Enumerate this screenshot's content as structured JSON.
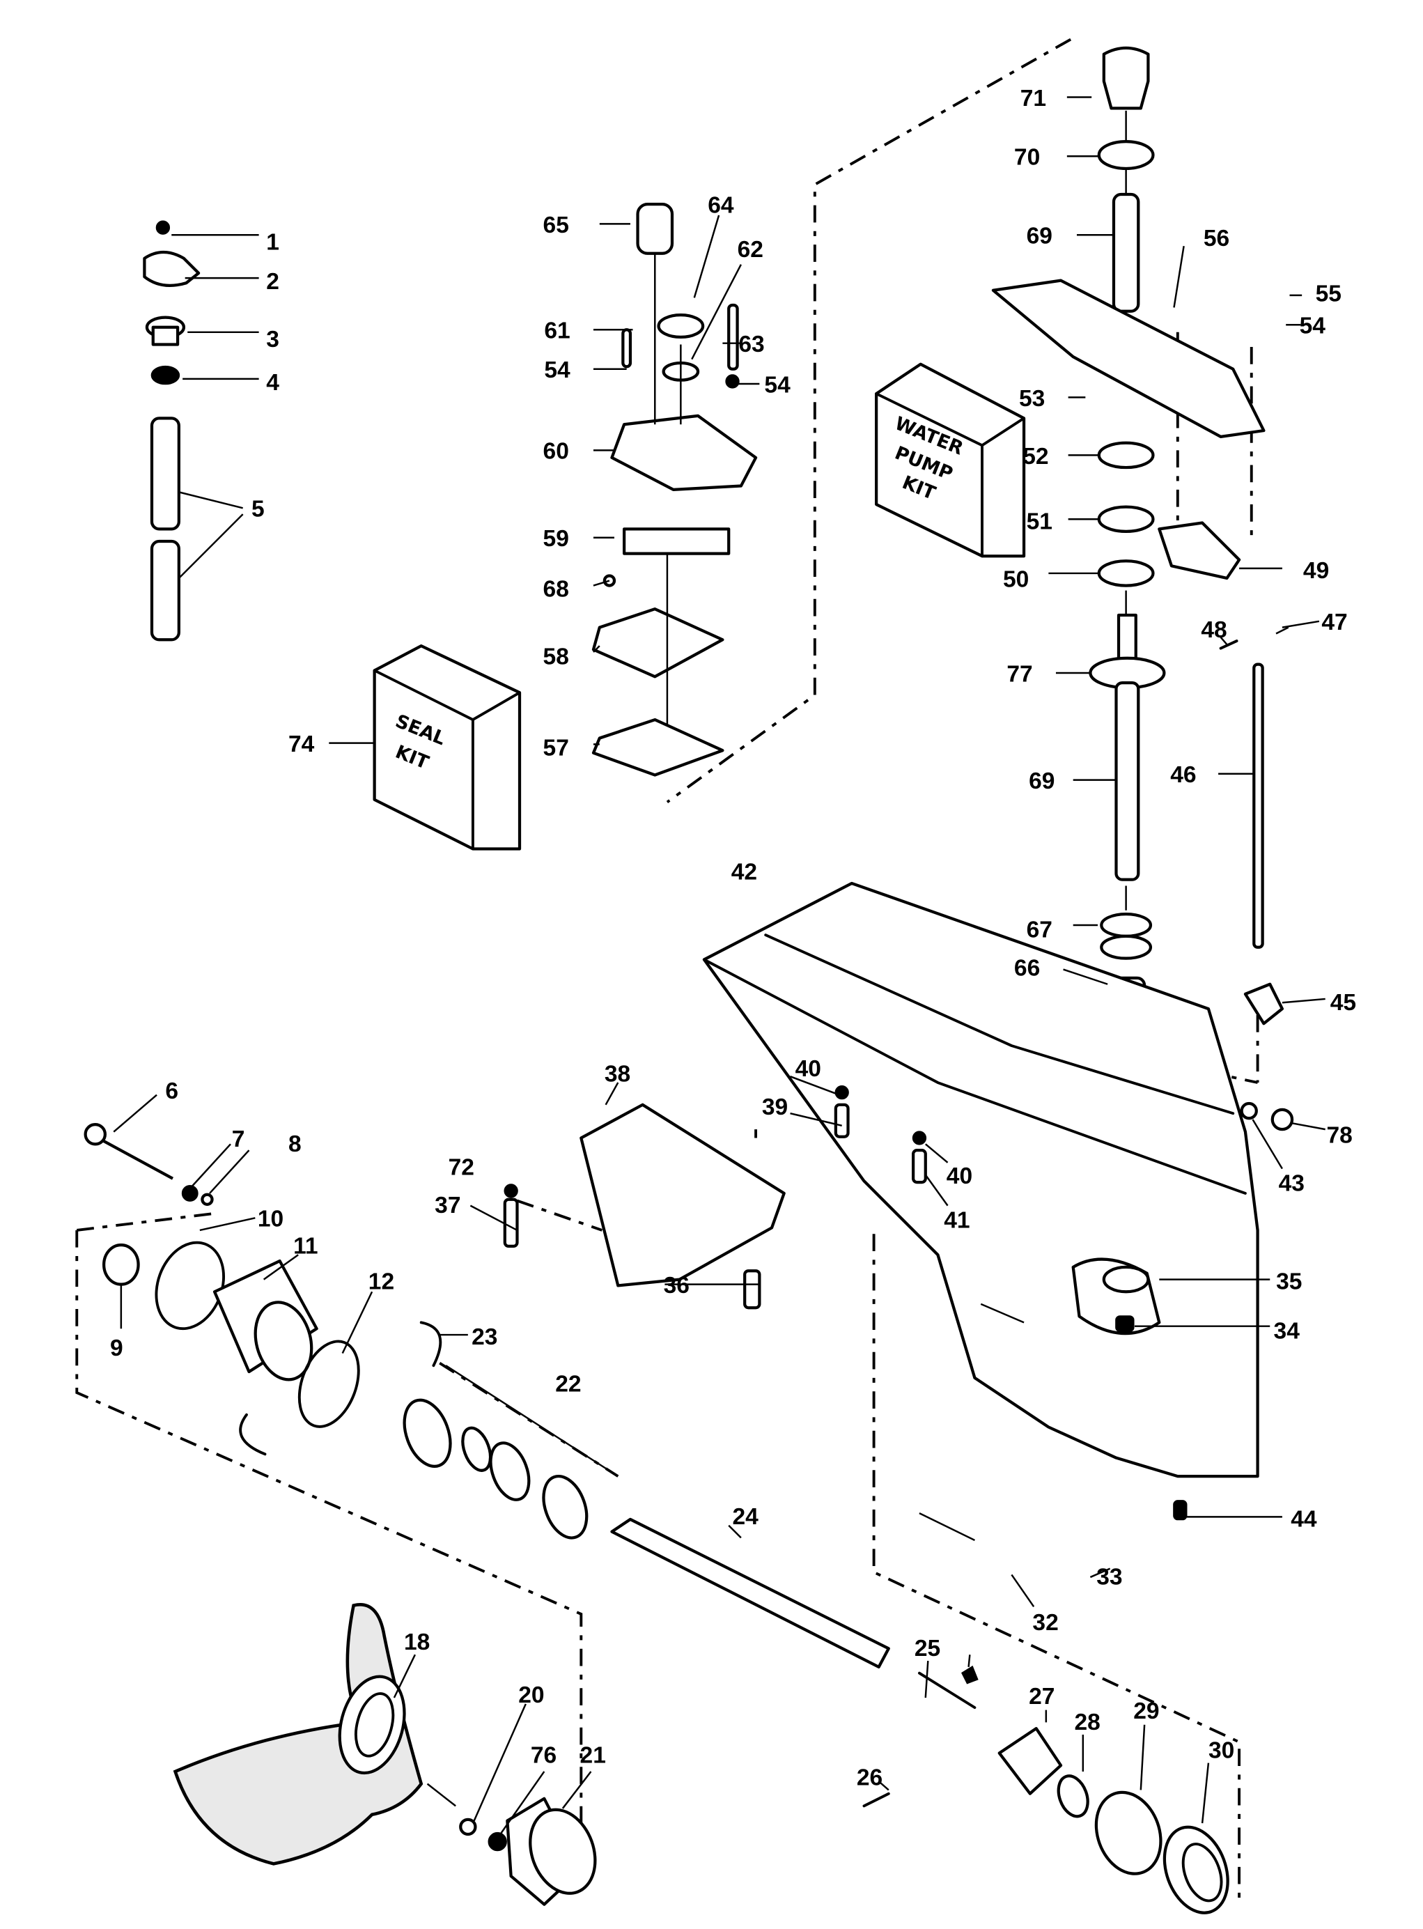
{
  "diagram": {
    "type": "exploded-parts-diagram",
    "subject": "Outboard lower unit / gearcase assembly",
    "kit_boxes": [
      {
        "id": "74",
        "lines": [
          "SEAL",
          "KIT"
        ]
      },
      {
        "id": "water_pump",
        "lines": [
          "WATER",
          "PUMP",
          "KIT"
        ]
      }
    ],
    "callouts": [
      {
        "n": "1"
      },
      {
        "n": "2"
      },
      {
        "n": "3"
      },
      {
        "n": "4"
      },
      {
        "n": "5"
      },
      {
        "n": "6"
      },
      {
        "n": "7"
      },
      {
        "n": "8"
      },
      {
        "n": "9"
      },
      {
        "n": "10"
      },
      {
        "n": "11"
      },
      {
        "n": "12"
      },
      {
        "n": "18"
      },
      {
        "n": "20"
      },
      {
        "n": "76"
      },
      {
        "n": "21"
      },
      {
        "n": "22"
      },
      {
        "n": "23"
      },
      {
        "n": "24"
      },
      {
        "n": "25"
      },
      {
        "n": "26"
      },
      {
        "n": "27"
      },
      {
        "n": "28"
      },
      {
        "n": "29"
      },
      {
        "n": "30"
      },
      {
        "n": "32"
      },
      {
        "n": "33"
      },
      {
        "n": "34"
      },
      {
        "n": "35"
      },
      {
        "n": "36"
      },
      {
        "n": "37"
      },
      {
        "n": "38"
      },
      {
        "n": "39"
      },
      {
        "n": "40"
      },
      {
        "n": "40"
      },
      {
        "n": "41"
      },
      {
        "n": "42"
      },
      {
        "n": "43"
      },
      {
        "n": "44"
      },
      {
        "n": "45"
      },
      {
        "n": "46"
      },
      {
        "n": "47"
      },
      {
        "n": "48"
      },
      {
        "n": "49"
      },
      {
        "n": "50"
      },
      {
        "n": "51"
      },
      {
        "n": "52"
      },
      {
        "n": "53"
      },
      {
        "n": "54"
      },
      {
        "n": "55"
      },
      {
        "n": "56"
      },
      {
        "n": "57"
      },
      {
        "n": "58"
      },
      {
        "n": "59"
      },
      {
        "n": "60"
      },
      {
        "n": "61"
      },
      {
        "n": "54"
      },
      {
        "n": "62"
      },
      {
        "n": "63"
      },
      {
        "n": "54"
      },
      {
        "n": "64"
      },
      {
        "n": "65"
      },
      {
        "n": "66"
      },
      {
        "n": "67"
      },
      {
        "n": "68"
      },
      {
        "n": "69"
      },
      {
        "n": "69"
      },
      {
        "n": "70"
      },
      {
        "n": "71"
      },
      {
        "n": "74"
      },
      {
        "n": "77"
      },
      {
        "n": "78"
      },
      {
        "n": "72"
      }
    ]
  }
}
